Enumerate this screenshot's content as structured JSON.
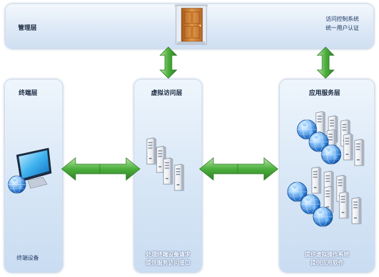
{
  "management_layer": {
    "title": "管理层",
    "right_line1": "访问控制系统",
    "right_line2": "统一用户认证"
  },
  "terminal_layer": {
    "title": "终端层",
    "caption": "终端设备"
  },
  "virtual_access_layer": {
    "title": "虚拟访问层",
    "caption_line1": "处理终端设备请求",
    "caption_line2": "提供服务访问接口"
  },
  "application_service_layer": {
    "title": "应用服务层",
    "caption_line1": "提供虚拟操作系统",
    "caption_line2": "提供应用软件"
  },
  "colors": {
    "panel": "#d7e6f6",
    "arrow_green": "#3ca034",
    "door_orange": "#d9822b"
  },
  "icons": [
    "door-icon",
    "monitor-icon",
    "globe-icon",
    "server-icon",
    "double-arrow-icon"
  ]
}
